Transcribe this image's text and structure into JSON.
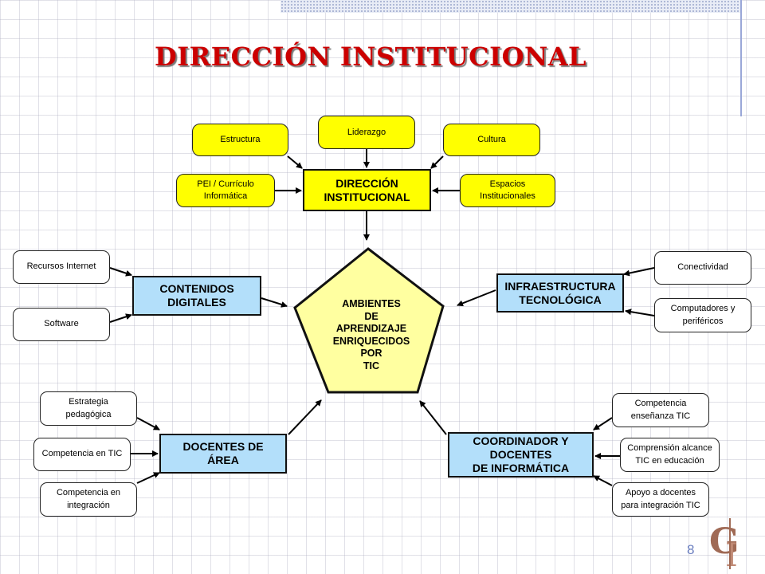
{
  "title": "DIRECCIÓN INSTITUCIONAL",
  "page_number": "8",
  "logo": {
    "letters": "GI"
  },
  "colors": {
    "title": "#cc0000",
    "yellow_box": "#ffff00",
    "blue_box": "#b3dffa",
    "core_fill": "#ffffa0",
    "accent": "#6b7fc0"
  },
  "diagram": {
    "center": "AMBIENTES\nDE\nAPRENDIZAJE\nENRIQUECIDOS\nPOR\nTIC",
    "direccion": {
      "label": "DIRECCIÓN\nINSTITUCIONAL",
      "inputs": [
        "Estructura",
        "Liderazgo",
        "Cultura",
        "PEI / Currículo\nInformática",
        "Espacios\nInstitucionales"
      ]
    },
    "contenidos": {
      "label": "CONTENIDOS\nDIGITALES",
      "inputs": [
        "Recursos Internet",
        "Software"
      ]
    },
    "infraestructura": {
      "label": "INFRAESTRUCTURA\nTECNOLÓGICA",
      "inputs": [
        "Conectividad",
        "Computadores y\nperiféricos"
      ]
    },
    "docentes_area": {
      "label": "DOCENTES DE\nÁREA",
      "inputs": [
        "Estrategia\npedagógica",
        "Competencia en TIC",
        "Competencia en\nintegración"
      ]
    },
    "coordinador": {
      "label": "COORDINADOR Y\nDOCENTES\nDE INFORMÁTICA",
      "inputs": [
        "Competencia\nenseñanza TIC",
        "Comprensión alcance\nTIC en educación",
        "Apoyo a docentes\npara integración TIC"
      ]
    }
  }
}
